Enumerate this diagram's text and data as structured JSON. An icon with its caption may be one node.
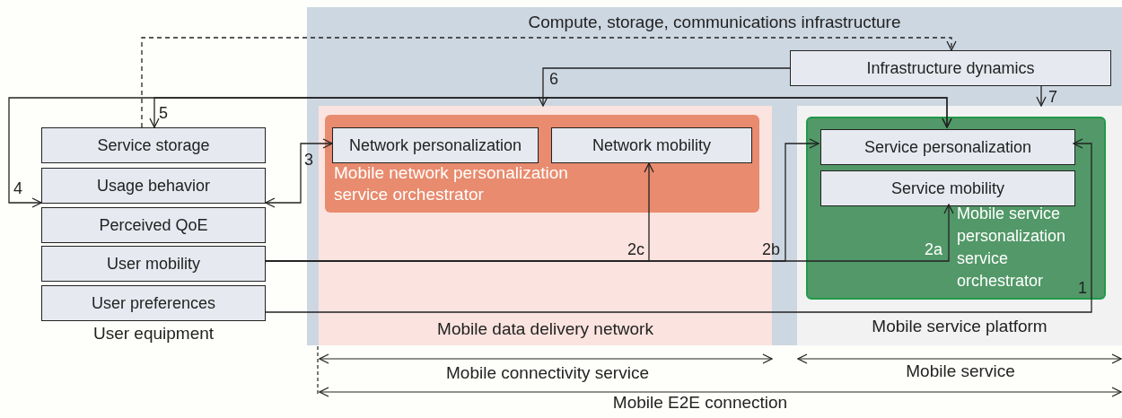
{
  "diagram": {
    "nodes": [
      {
        "text": [
          "Compute, storage, communications infrastructure"
        ]
      },
      {
        "text": [
          "Infrastructure dynamics"
        ],
        "in": 0
      },
      {
        "text": [
          "Mobile data delivery network"
        ],
        "in": 0
      },
      {
        "text": [
          "Mobile network personalization service orchestrator"
        ],
        "in": 2
      },
      {
        "text": [
          "Network personalization"
        ],
        "in": 3
      },
      {
        "text": [
          "Network mobility"
        ],
        "in": 3
      },
      {
        "text": [
          "Mobile service platform"
        ],
        "in": 0
      },
      {
        "text": [
          "Mobile service personalization service orchestrator"
        ],
        "in": 6
      },
      {
        "text": [
          "Service personalization"
        ],
        "in": 7
      },
      {
        "text": [
          "Service mobility"
        ],
        "in": 7
      },
      {
        "text": [
          "Service storage"
        ]
      },
      {
        "text": [
          "Usage behavior"
        ]
      },
      {
        "text": [
          "Perceived QoE"
        ]
      },
      {
        "text": [
          "User mobility"
        ]
      },
      {
        "text": [
          "User preferences"
        ]
      }
    ],
    "edges": [
      {
        "from": 10,
        "to": 1,
        "arrow": "to",
        "style": "dashed"
      },
      {
        "from": 1,
        "to": 2,
        "arrow": "to",
        "label": "6"
      },
      {
        "from": 1,
        "to": 6,
        "arrow": "to",
        "label": "7"
      },
      {
        "from": 8,
        "to": 10,
        "arrow": "both",
        "label": "5"
      },
      {
        "from": 8,
        "to": 11,
        "arrow": "both",
        "label": "4"
      },
      {
        "from": 11,
        "to": 4,
        "arrow": "both",
        "label": "3"
      },
      {
        "from": 13,
        "to": 5,
        "arrow": "to",
        "label": "2c"
      },
      {
        "from": 13,
        "to": 8,
        "arrow": "to",
        "label": "2b"
      },
      {
        "from": 13,
        "to": 9,
        "arrow": "to",
        "label": "2a"
      },
      {
        "from": 14,
        "to": 8,
        "arrow": "to",
        "label": "1"
      }
    ],
    "labels": [
      "User equipment",
      "Mobile connectivity service",
      "Mobile service",
      "Mobile E2E connection"
    ]
  }
}
